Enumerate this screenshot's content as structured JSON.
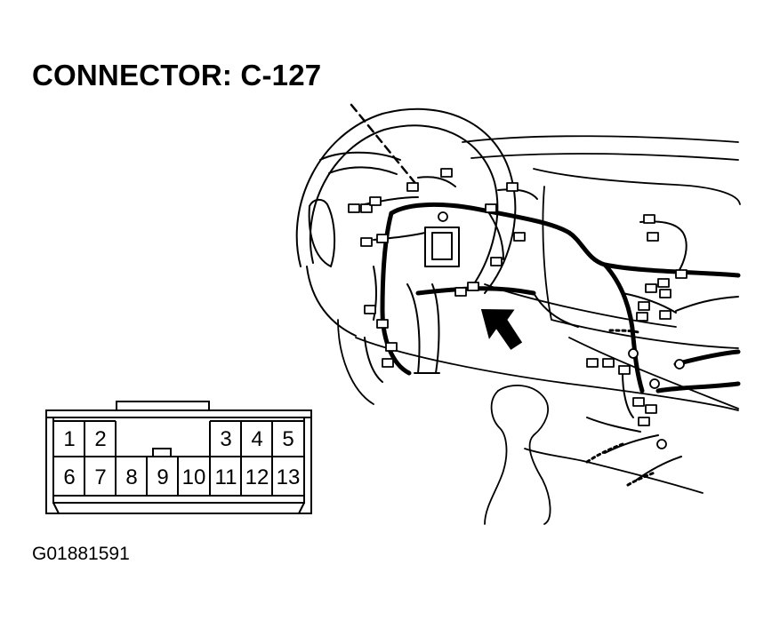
{
  "header": {
    "title": "CONNECTOR: C-127"
  },
  "connector": {
    "top_row": [
      "1",
      "2",
      "3",
      "4",
      "5"
    ],
    "bottom_row": [
      "6",
      "7",
      "8",
      "9",
      "10",
      "11",
      "12",
      "13"
    ]
  },
  "footer": {
    "figure_id": "G01881591"
  },
  "colors": {
    "line": "#000000",
    "background": "#ffffff"
  }
}
